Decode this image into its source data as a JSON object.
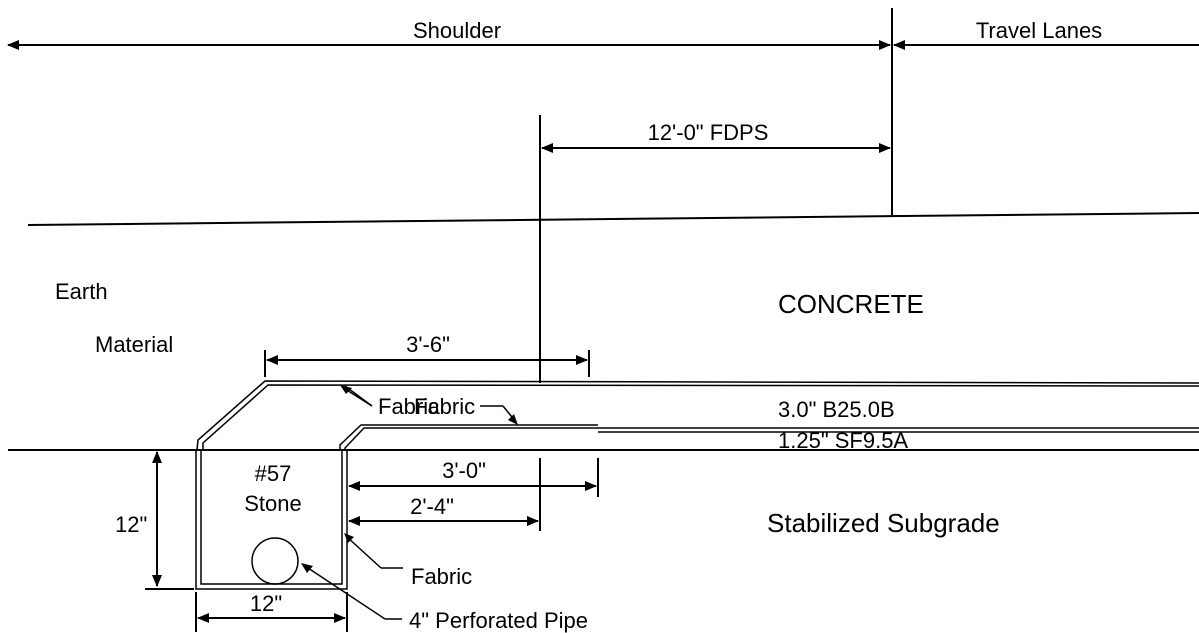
{
  "labels": {
    "shoulder": "Shoulder",
    "travel_lanes": "Travel Lanes",
    "fdps": "12'-0\" FDPS",
    "earth": "Earth",
    "material": "Material",
    "concrete": "CONCRETE",
    "dim_3_6": "3'-6\"",
    "fabric_1": "Fabric",
    "fabric_2": "Fabric",
    "fabric_3": "Fabric",
    "b25": "3.0\" B25.0B",
    "sf95": "1.25\" SF9.5A",
    "stone_1": "#57",
    "stone_2": "Stone",
    "dim_3_0": "3'-0\"",
    "dim_2_4": "2'-4\"",
    "dim_12_v": "12\"",
    "dim_12_h": "12\"",
    "subgrade": "Stabilized Subgrade",
    "pipe": "4\" Perforated Pipe"
  },
  "colors": {
    "line": "#000000",
    "background": "#ffffff"
  }
}
